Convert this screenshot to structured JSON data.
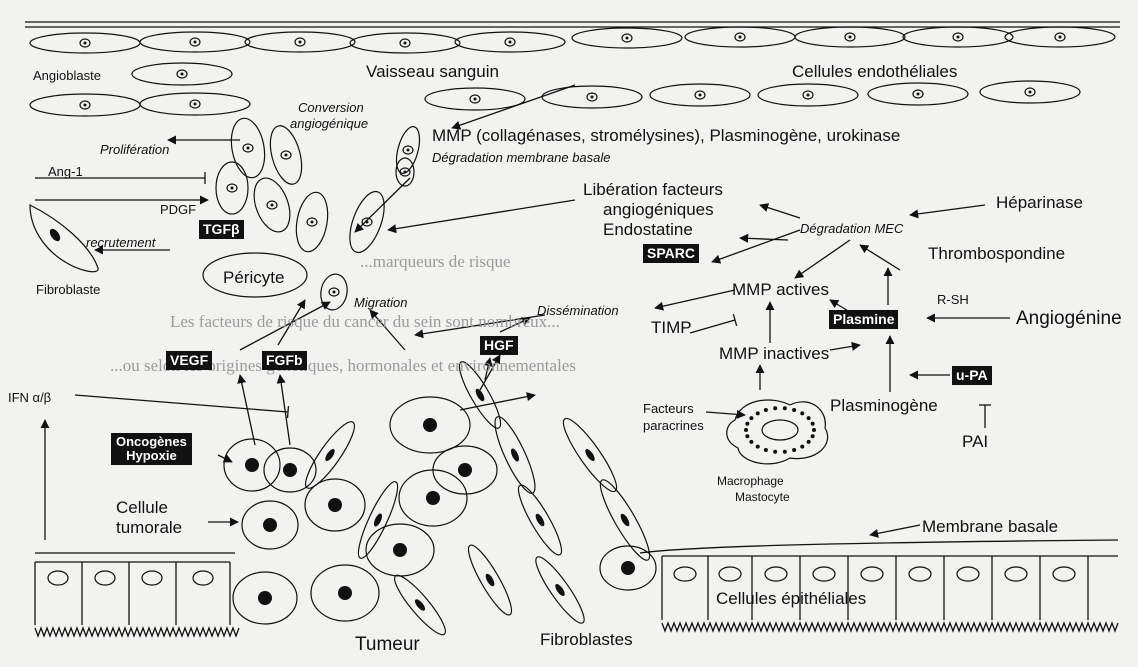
{
  "vessel": {
    "angioblaste": "Angioblaste",
    "vaisseau": "Vaisseau sanguin",
    "endotheliales": "Cellules endothéliales",
    "conversion_line1": "Conversion",
    "conversion_line2": "angiogénique",
    "mmp_line": "MMP (collagénases, stromélysines), Plasminogène, urokinase",
    "degradation_membrane": "Dégradation membrane basale"
  },
  "left": {
    "proliferation": "Prolifération",
    "ang1": "Ang-1",
    "pdgf": "PDGF",
    "tgfb": "TGFβ",
    "recrutement": "recrutement",
    "fibroblaste": "Fibroblaste",
    "pericyte": "Péricyte",
    "migration": "Migration",
    "vegf": "VEGF",
    "fgfb": "FGFb",
    "ifn": "IFN α/β",
    "oncogenes": "Oncogènes",
    "hypoxie": "Hypoxie",
    "cellule_line1": "Cellule",
    "cellule_line2": "tumorale"
  },
  "right": {
    "liberation_line1": "Libération facteurs",
    "liberation_line2": "angiogéniques",
    "endostatine": "Endostatine",
    "sparc": "SPARC",
    "degradation_mec": "Dégradation MEC",
    "heparinase": "Héparinase",
    "thrombospondine": "Thrombospondine",
    "dissemination": "Dissémination",
    "mmp_actives": "MMP actives",
    "timp": "TIMP",
    "mmp_inactives": "MMP inactives",
    "r_sh": "R-SH",
    "plasmine": "Plasmine",
    "angiogenine": "Angiogénine",
    "hgf": "HGF",
    "upa": "u-PA",
    "plasminogene": "Plasminogène",
    "pai": "PAI",
    "facteurs_line1": "Facteurs",
    "facteurs_line2": "paracrines",
    "macrophage": "Macrophage",
    "mastocyte": "Mastocyte"
  },
  "bottom": {
    "membrane_basale": "Membrane basale",
    "epitheliales": "Cellules épithéliales",
    "tumeur": "Tumeur",
    "fibroblastes": "Fibroblastes"
  },
  "background_text": [
    "...marqueurs de risque",
    "Les facteurs de risque du cancer du sein sont nombreux...",
    "...ou selon les origines génétiques, hormonales et environnementales"
  ],
  "colors": {
    "ink": "#111111",
    "paper": "#f2f2f0",
    "bleed_through": "#9a9a9a"
  }
}
